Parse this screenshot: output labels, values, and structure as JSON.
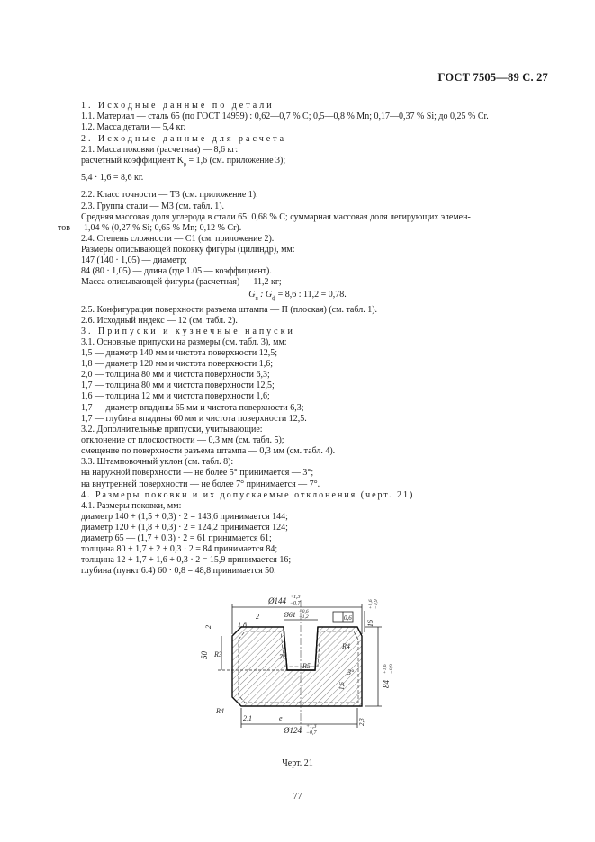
{
  "header": "ГОСТ 7505—89 С. 27",
  "lines": [
    "1. Исходные данные по детали",
    "1.1. Материал — сталь 65 (по ГОСТ 14959) : 0,62—0,7 % С; 0,5—0,8 % Mn; 0,17—0,37 % Si; до 0,25 % Cr.",
    "1.2. Масса детали — 5,4 кг.",
    "2. Исходные данные для расчета",
    "2.1. Масса поковки (расчетная) — 8,6 кг:",
    "расчетный коэффициент K",
    "р",
    " = 1,6 (см. приложение 3);",
    "5,4 · 1,6 = 8,6 кг.",
    "2.2. Класс точности — Т3 (см. приложение 1).",
    "2.3. Группа стали — М3 (см. табл. 1).",
    "Средняя массовая доля углерода в стали 65: 0,68 % С; суммарная массовая доля легирующих элемен-",
    "тов — 1,04 % (0,27 % Si; 0,65 % Mn; 0,12 % Cr).",
    "2.4. Степень сложности — С1 (см. приложение 2).",
    "Размеры описывающей поковку фигуры (цилиндр), мм:",
    "147 (140 · 1,05) — диаметр;",
    "84 (80 · 1,05) — длина (где 1.05 — коэффициент).",
    "Масса описывающей фигуры (расчетная) — 11,2 кг;",
    "G",
    "п",
    " : G",
    "ф",
    " = 8,6 : 11,2 = 0,78.",
    "2.5. Конфигурация поверхности разъема штампа — П (плоская) (см. табл. 1).",
    "2.6. Исходный индекс — 12 (см. табл. 2).",
    "3. Припуски и кузнечные напуски",
    "3.1. Основные припуски на размеры (см. табл. 3), мм:",
    "1,5 — диаметр 140 мм и чистота поверхности 12,5;",
    "1,8 — диаметр 120 мм и чистота поверхности 1,6;",
    "2,0 — толщина 80 мм и чистота поверхности 6,3;",
    "1,7 — толщина 80 мм и чистота поверхности 12,5;",
    "1,6 — толщина 12 мм и чистота поверхности 1,6;",
    "1,7 — диаметр впадины 65 мм и чистота поверхности 6,3;",
    "1,7 — глубина впадины 60 мм и чистота поверхности 12,5.",
    "3.2. Дополнительные припуски, учитывающие:",
    "отклонение от плоскостности — 0,3 мм (см. табл. 5);",
    "смещение по поверхности разъема штампа — 0,3 мм (см. табл. 4).",
    "3.3. Штамповочный уклон (см. табл. 8):",
    "на наружной поверхности — не более 5° принимается — 3°;",
    "на внутренней поверхности — не более 7° принимается — 7°.",
    "4. Размеры поковки и их допускаемые отклонения (черт. 21)",
    "4.1. Размеры поковки, мм:",
    "диаметр 140 + (1,5 + 0,3) · 2 = 143,6 принимается 144;",
    "диаметр 120 + (1,8 + 0,3) · 2 = 124,2 принимается 124;",
    "диаметр 65 — (1,7 + 0,3) · 2 = 61 принимается 61;",
    "толщина 80 + 1,7 + 2 + 0,3 · 2 = 84 принимается 84;",
    "толщина 12 + 1,7 + 1,6 + 0,3 · 2 = 15,9 принимается 16;",
    "глубина (пункт 6.4) 60 · 0,8 = 48,8 принимается 50."
  ],
  "drawing": {
    "dims": [
      "Ø144",
      "+1,3",
      "−0,7",
      "Ø61",
      "+0,6",
      "−1,2",
      "Ø124",
      "+1,3",
      "−0,7",
      "16",
      "+1,6",
      "−0,9",
      "84",
      "+1,6",
      "−0,9",
      "0,6",
      "1,8",
      "2",
      "2",
      "50",
      "R3",
      "7°",
      "R5",
      "R4",
      "3°",
      "1,6",
      "R4",
      "2,1",
      "e",
      "2,3"
    ]
  },
  "caption": "Черт. 21",
  "page_number": "77"
}
